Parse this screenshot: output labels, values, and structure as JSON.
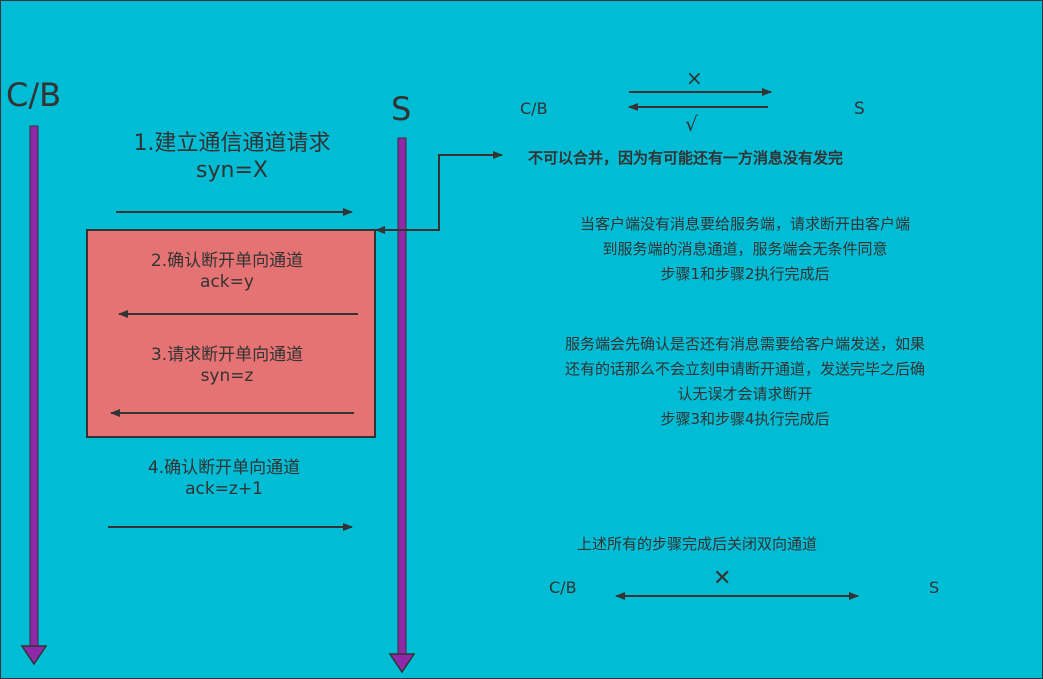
{
  "colors": {
    "background": "#00bcd4",
    "lifeline": "#8e2aa8",
    "box_fill": "#e57373",
    "arrow": "#333333"
  },
  "diagram": {
    "client_label": "C/B",
    "server_label": "S",
    "steps": [
      {
        "title": "1.建立通信通道请求",
        "value": "syn=X"
      },
      {
        "title": "2.确认断开单向通道",
        "value": "ack=y"
      },
      {
        "title": "3.请求断开单向通道",
        "value": "syn=z"
      },
      {
        "title": "4.确认断开单向通道",
        "value": "ack=z+1"
      }
    ]
  },
  "notes": {
    "top_left_label": "C/B",
    "top_right_label": "S",
    "top_cross": "×",
    "top_check": "√",
    "merge_note": "不可以合并，因为有可能还有一方消息没有发完",
    "para1": [
      "当客户端没有消息要给服务端，请求断开由客户端",
      "到服务端的消息通道，服务端会无条件同意",
      "步骤1和步骤2执行完成后"
    ],
    "para2": [
      "服务端会先确认是否还有消息需要给客户端发送，如果",
      "还有的话那么不会立刻申请断开通道，发送完毕之后确",
      "认无误才会请求断开",
      "步骤3和步骤4执行完成后"
    ],
    "final_text": "上述所有的步骤完成后关闭双向通道",
    "bottom_left_label": "C/B",
    "bottom_right_label": "S",
    "bottom_cross": "✕"
  }
}
